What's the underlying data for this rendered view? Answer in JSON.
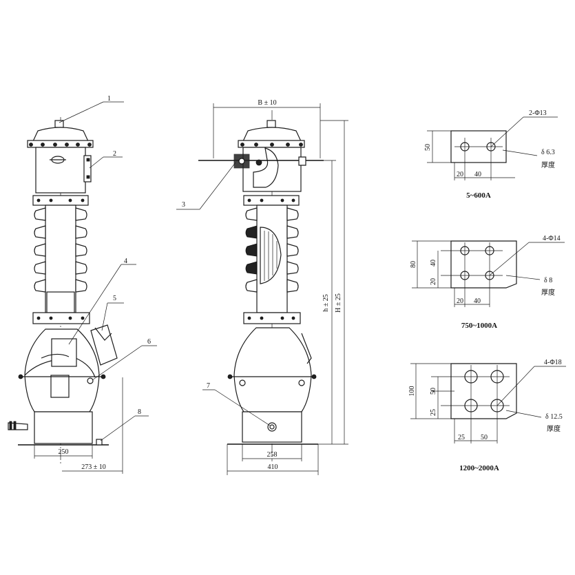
{
  "callouts": [
    "1",
    "2",
    "3",
    "4",
    "5",
    "6",
    "7",
    "8"
  ],
  "front_view": {
    "dim_base": "250",
    "dim_width": "273 ± 10"
  },
  "side_view": {
    "dim_top": "B ± 10",
    "dim_h": "h ± 25",
    "dim_H": "H ± 25",
    "dim_inner": "258",
    "dim_outer": "410"
  },
  "terminals": [
    {
      "rating": "5~600A",
      "hole_label": "2-Φ13",
      "thickness_label": "δ 6.3",
      "thickness_word": "厚度",
      "dim_height": "50",
      "dim_a": "20",
      "dim_b": "40"
    },
    {
      "rating": "750~1000A",
      "hole_label": "4-Φ14",
      "thickness_label": "δ 8",
      "thickness_word": "厚度",
      "dim_height": "80",
      "dim_v1": "40",
      "dim_v2": "20",
      "dim_a": "20",
      "dim_b": "40"
    },
    {
      "rating": "1200~2000A",
      "hole_label": "4-Φ18",
      "thickness_label": "δ 12.5",
      "thickness_word": "厚度",
      "dim_height": "100",
      "dim_v1": "50",
      "dim_v2": "25",
      "dim_a": "25",
      "dim_b": "50"
    }
  ]
}
